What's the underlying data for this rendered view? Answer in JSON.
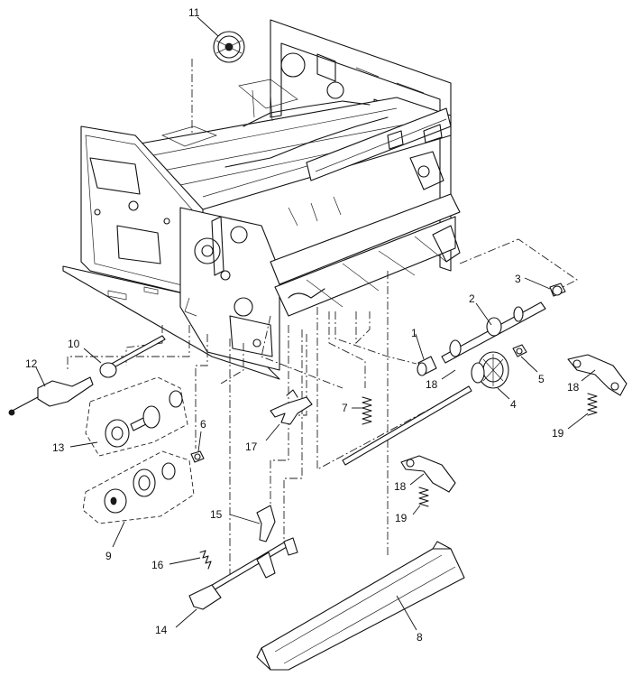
{
  "callouts": [
    {
      "id": "c1",
      "label": "1"
    },
    {
      "id": "c2",
      "label": "2"
    },
    {
      "id": "c3",
      "label": "3"
    },
    {
      "id": "c4",
      "label": "4"
    },
    {
      "id": "c5",
      "label": "5"
    },
    {
      "id": "c6",
      "label": "6"
    },
    {
      "id": "c7",
      "label": "7"
    },
    {
      "id": "c8",
      "label": "8"
    },
    {
      "id": "c9",
      "label": "9"
    },
    {
      "id": "c10",
      "label": "10"
    },
    {
      "id": "c11",
      "label": "11"
    },
    {
      "id": "c12",
      "label": "12"
    },
    {
      "id": "c13",
      "label": "13"
    },
    {
      "id": "c14",
      "label": "14"
    },
    {
      "id": "c15",
      "label": "15"
    },
    {
      "id": "c16",
      "label": "16"
    },
    {
      "id": "c17",
      "label": "17"
    },
    {
      "id": "c18a",
      "label": "18"
    },
    {
      "id": "c18b",
      "label": "18"
    },
    {
      "id": "c18c",
      "label": "18"
    },
    {
      "id": "c19a",
      "label": "19"
    },
    {
      "id": "c19b",
      "label": "19"
    }
  ]
}
